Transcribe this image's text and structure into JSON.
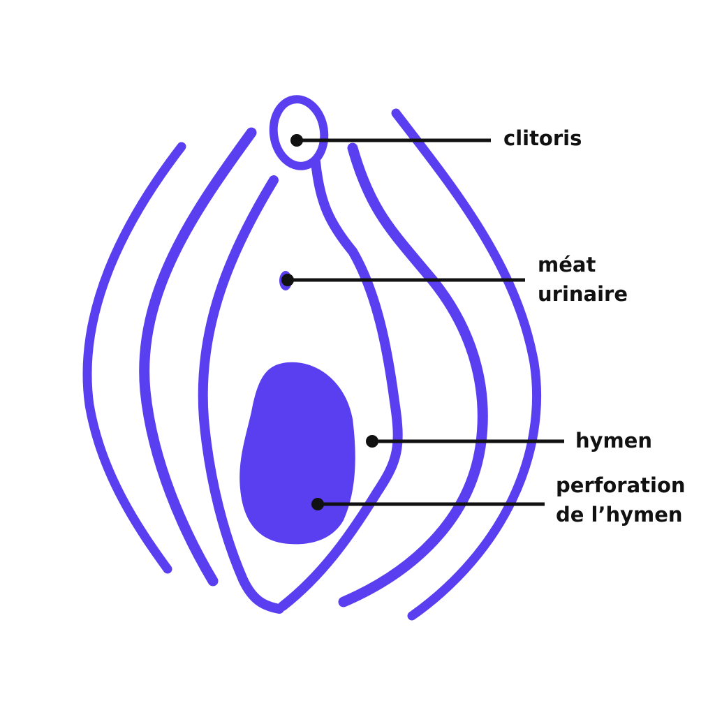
{
  "colors": {
    "ink": "#5a3ff0",
    "line": "#111111",
    "background": "#ffffff"
  },
  "labels": {
    "clitoris": "clitoris",
    "meat_line1": "méat",
    "meat_line2": "urinaire",
    "hymen": "hymen",
    "perforation_line1": "perforation",
    "perforation_line2": "de l’hymen"
  }
}
